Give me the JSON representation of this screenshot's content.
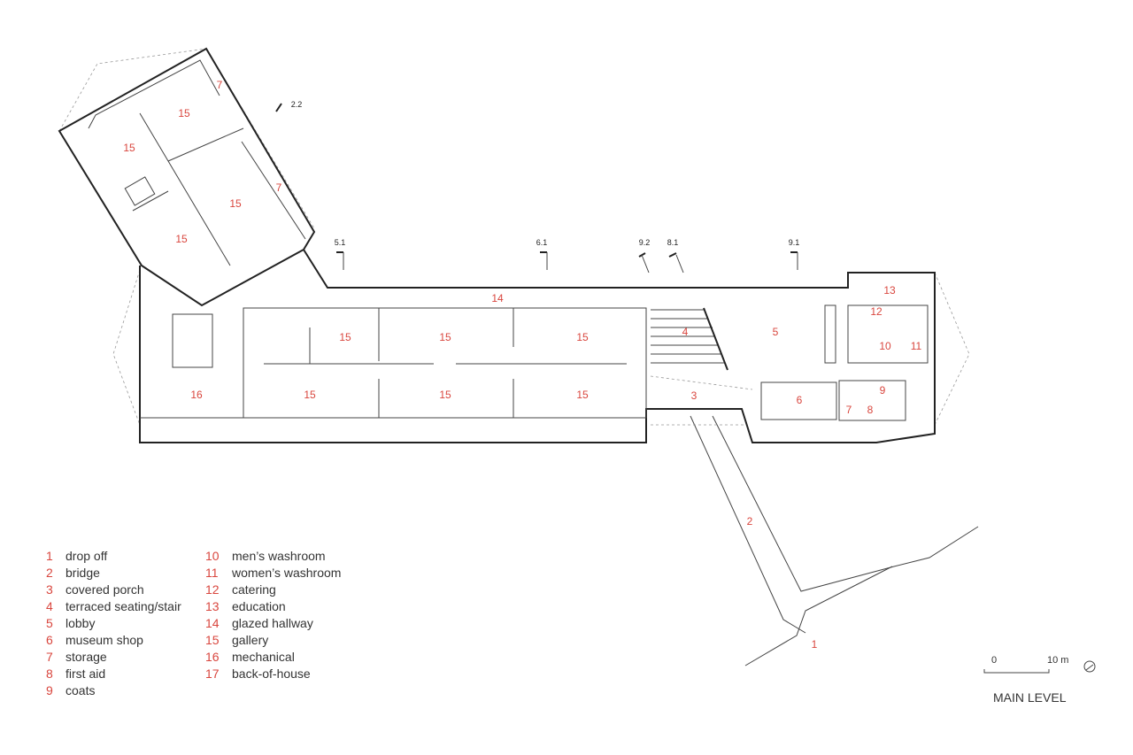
{
  "title": "MAIN LEVEL",
  "scale": {
    "start": "0",
    "end": "10 m"
  },
  "colors": {
    "label": "#d9463e",
    "wall": "#222222"
  },
  "icons": {
    "north": "north-arrow-icon"
  },
  "section_markers": [
    "2.2",
    "5.1",
    "6.1",
    "9.2",
    "8.1",
    "9.1"
  ],
  "room_labels": {
    "r15a": "15",
    "r15b": "15",
    "r15c": "15",
    "r15d": "15",
    "r7a": "7",
    "r7b": "7",
    "r14": "14",
    "r13": "13",
    "r12": "12",
    "r15e": "15",
    "r15f": "15",
    "r15g": "15",
    "r4": "4",
    "r5": "5",
    "r10": "10",
    "r11": "11",
    "r16": "16",
    "r15h": "15",
    "r15i": "15",
    "r15j": "15",
    "r3": "3",
    "r6": "6",
    "r9": "9",
    "r7c": "7",
    "r8": "8",
    "r2": "2",
    "r1": "1"
  },
  "legend": {
    "col1": [
      {
        "num": "1",
        "name": "drop off"
      },
      {
        "num": "2",
        "name": "bridge"
      },
      {
        "num": "3",
        "name": "covered porch"
      },
      {
        "num": "4",
        "name": "terraced seating/stair"
      },
      {
        "num": "5",
        "name": "lobby"
      },
      {
        "num": "6",
        "name": "museum shop"
      },
      {
        "num": "7",
        "name": "storage"
      },
      {
        "num": "8",
        "name": "first aid"
      },
      {
        "num": "9",
        "name": "coats"
      }
    ],
    "col2": [
      {
        "num": "10",
        "name": "men’s washroom"
      },
      {
        "num": "11",
        "name": "women’s washroom"
      },
      {
        "num": "12",
        "name": "catering"
      },
      {
        "num": "13",
        "name": "education"
      },
      {
        "num": "14",
        "name": "glazed hallway"
      },
      {
        "num": "15",
        "name": "gallery"
      },
      {
        "num": "16",
        "name": "mechanical"
      },
      {
        "num": "17",
        "name": "back-of-house"
      }
    ]
  }
}
